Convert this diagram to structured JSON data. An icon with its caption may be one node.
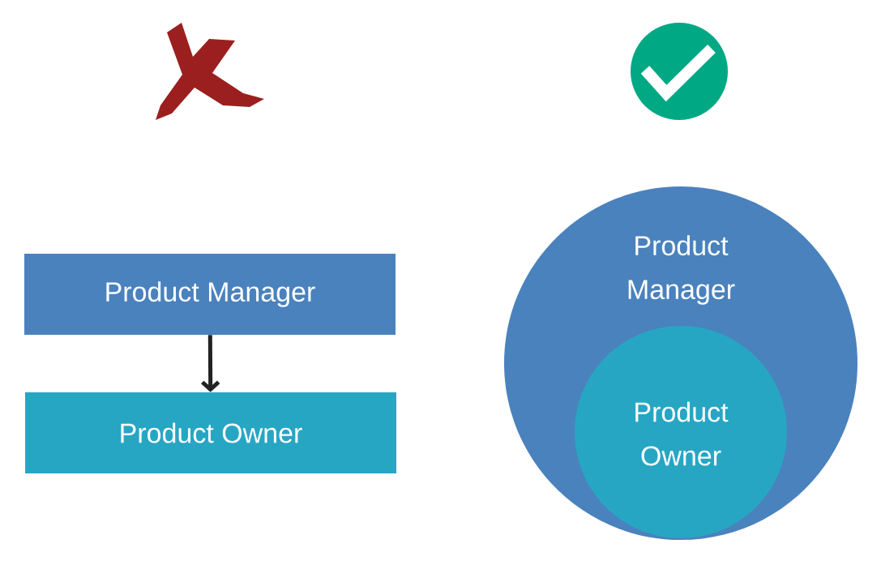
{
  "diagram": {
    "nodes": [
      {
        "text": [
          "Product Manager"
        ]
      },
      {
        "text": [
          "Product Owner"
        ]
      },
      {
        "text": [
          "Product Manager"
        ]
      },
      {
        "text": [
          "Product Owner"
        ],
        "in": 2
      }
    ],
    "edges": [
      {
        "from": 0,
        "to": 1,
        "arrow": "to"
      }
    ]
  }
}
